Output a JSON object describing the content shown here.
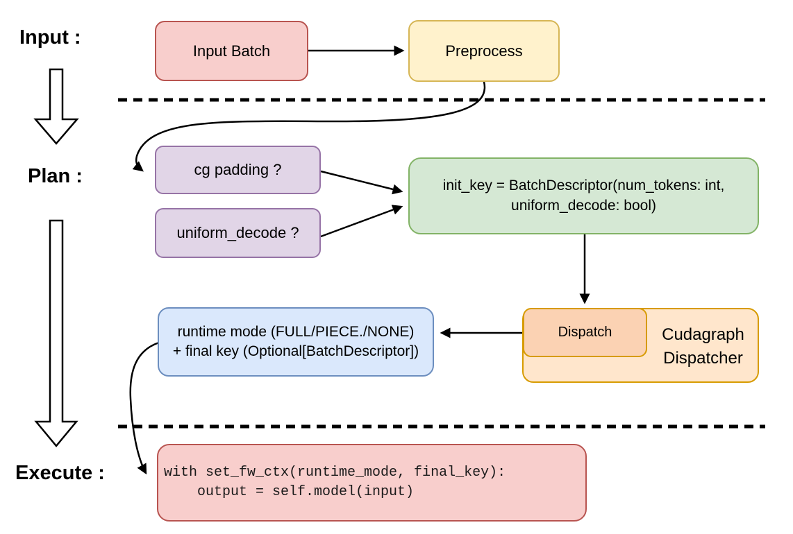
{
  "stage_labels": {
    "input": "Input :",
    "plan": "Plan :",
    "execute": "Execute :"
  },
  "nodes": {
    "input_batch": {
      "label": "Input Batch",
      "fill": "#f8cecc",
      "stroke": "#b85450"
    },
    "preprocess": {
      "label": "Preprocess",
      "fill": "#fff2cc",
      "stroke": "#d6b656"
    },
    "cg_padding": {
      "label": "cg padding ?",
      "fill": "#e1d5e7",
      "stroke": "#9673a6"
    },
    "uniform_decode": {
      "label": "uniform_decode ?",
      "fill": "#e1d5e7",
      "stroke": "#9673a6"
    },
    "init_key": {
      "line1": "init_key = BatchDescriptor(num_tokens: int,",
      "line2": "uniform_decode: bool)",
      "fill": "#d5e8d4",
      "stroke": "#82b366"
    },
    "dispatch": {
      "label": "Dispatch",
      "fill": "#fbd2b3",
      "stroke": "#d79b00"
    },
    "cudagraph_dispatcher": {
      "line1": "Cudagraph",
      "line2": "Dispatcher",
      "fill": "#ffe6cc",
      "stroke": "#d79b00"
    },
    "runtime_result": {
      "line1": "runtime mode (FULL/PIECE./NONE)",
      "line2": "+ final key (Optional[BatchDescriptor])",
      "fill": "#dae8fc",
      "stroke": "#6c8ebf"
    },
    "execute_code": {
      "line1": "with set_fw_ctx(runtime_mode, final_key):",
      "line2": "    output = self.model(input)",
      "fill": "#f8cecc",
      "stroke": "#b85450"
    }
  },
  "connector_color": "#000000"
}
